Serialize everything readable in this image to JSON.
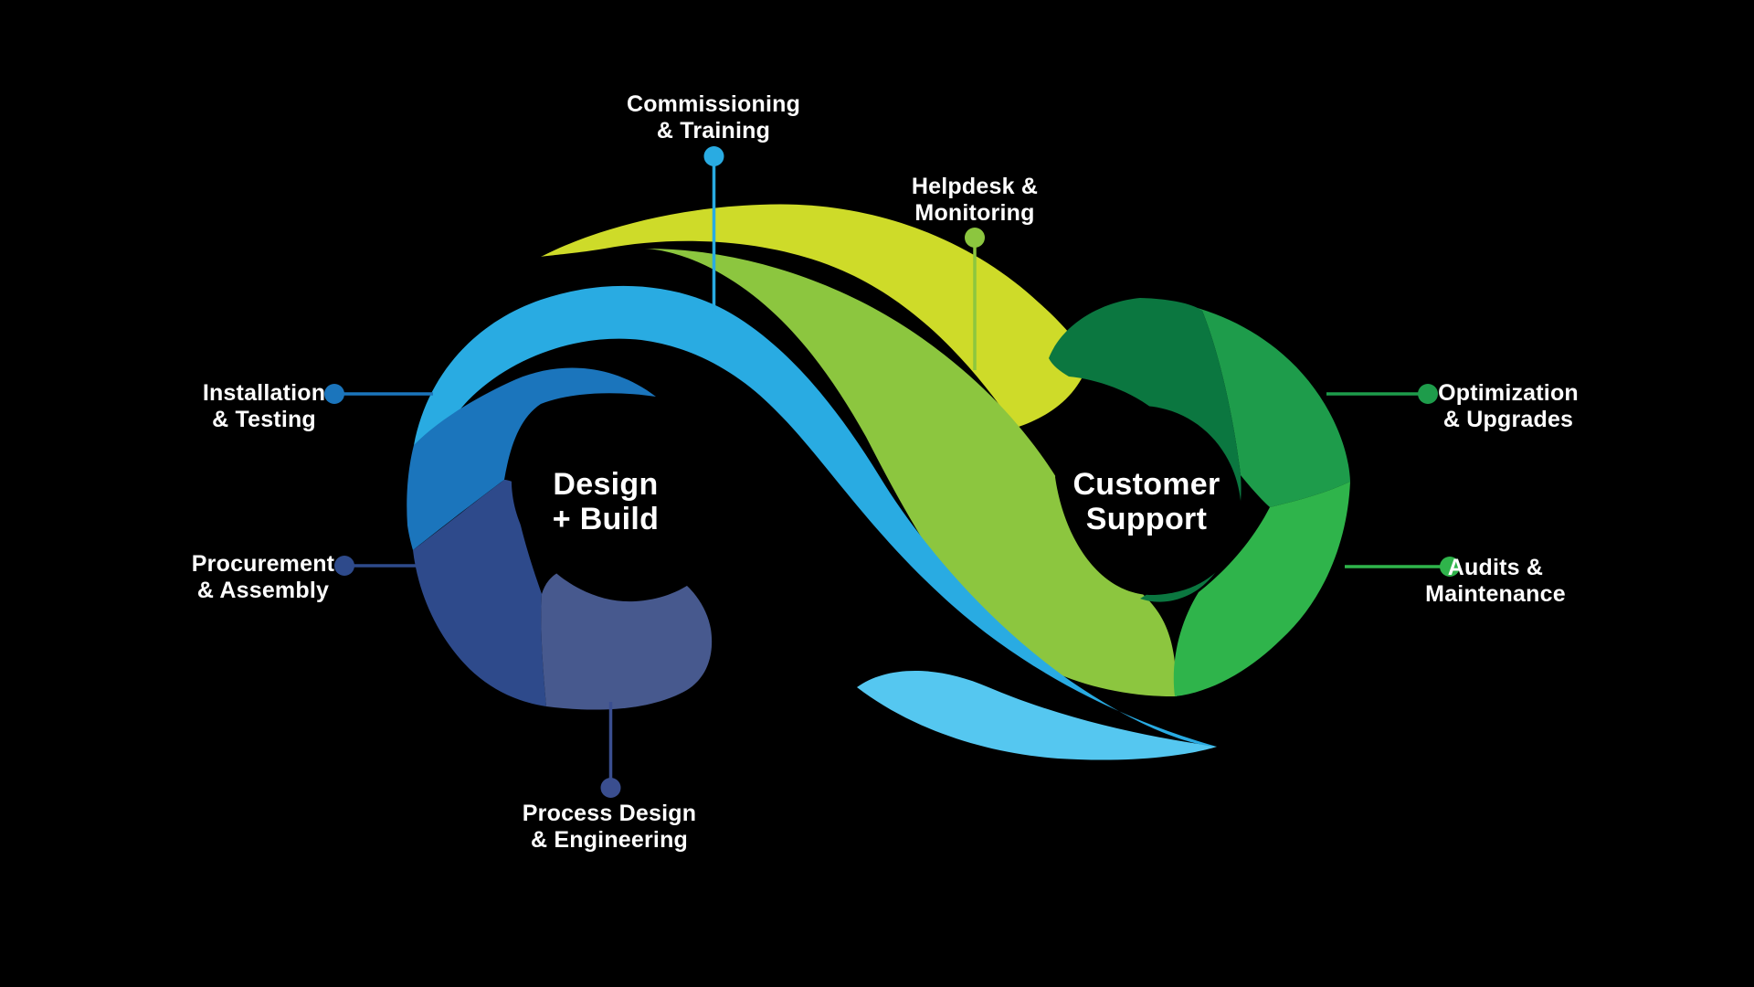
{
  "diagram": {
    "title": "Design-Build and Customer Support service loop",
    "background_color": "#000000",
    "text_color": "#FFFFFF",
    "left_loop": {
      "label_line1": "Design",
      "label_line2": "+ Build"
    },
    "right_loop": {
      "label_line1": "Customer",
      "label_line2": "Support"
    },
    "satellites": [
      {
        "id": "commissioning",
        "line1": "Commissioning",
        "line2": "& Training",
        "dot_color": "#29ABE2",
        "line_color": "#29ABE2"
      },
      {
        "id": "helpdesk",
        "line1": "Helpdesk &",
        "line2": "Monitoring",
        "dot_color": "#8CC63F",
        "line_color": "#8CC63F"
      },
      {
        "id": "installation",
        "line1": "Installation",
        "line2": "& Testing",
        "dot_color": "#1B75BC",
        "line_color": "#1B75BC"
      },
      {
        "id": "procurement",
        "line1": "Procurement",
        "line2": "& Assembly",
        "dot_color": "#2E4A8B",
        "line_color": "#2E4A8B"
      },
      {
        "id": "process",
        "line1": "Process Design",
        "line2": "& Engineering",
        "dot_color": "#3A4E8F",
        "line_color": "#3A4E8F"
      },
      {
        "id": "optimization",
        "line1": "Optimization",
        "line2": "& Upgrades",
        "dot_color": "#1E9C4B",
        "line_color": "#1E9C4B"
      },
      {
        "id": "audits",
        "line1": "Audits &",
        "line2": "Maintenance",
        "dot_color": "#2FB44B",
        "line_color": "#2FB44B"
      }
    ],
    "colors": {
      "cyan": "#29ABE2",
      "light_cyan": "#55C7F0",
      "mid_blue": "#1B75BC",
      "navy": "#2E4A8B",
      "light_navy": "#47598E",
      "chartreuse": "#CEDB29",
      "light_green": "#8CC63F",
      "mid_green": "#1E9C4B",
      "bright_green": "#2FB44B",
      "dark_green": "#0B7740",
      "hole": "#000000"
    }
  }
}
